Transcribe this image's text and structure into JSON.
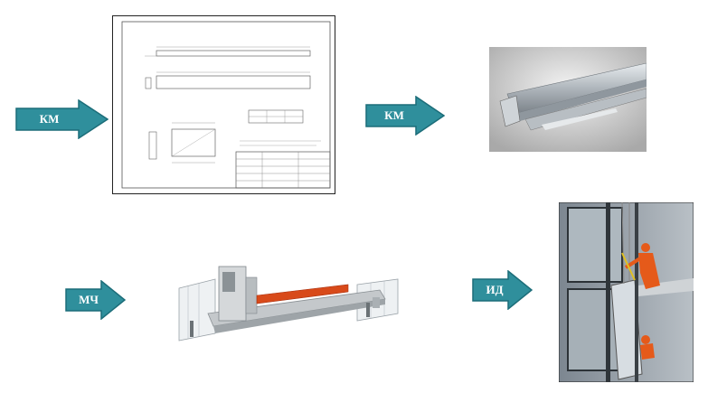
{
  "arrows": [
    {
      "id": "km1",
      "label": "КМ"
    },
    {
      "id": "km2",
      "label": "КМ"
    },
    {
      "id": "mch",
      "label": "МЧ"
    },
    {
      "id": "id",
      "label": "ИД"
    }
  ],
  "colors": {
    "arrow_fill": "#2f8f9c",
    "arrow_stroke": "#1c6d79",
    "safety_red": "#d84a1a"
  }
}
